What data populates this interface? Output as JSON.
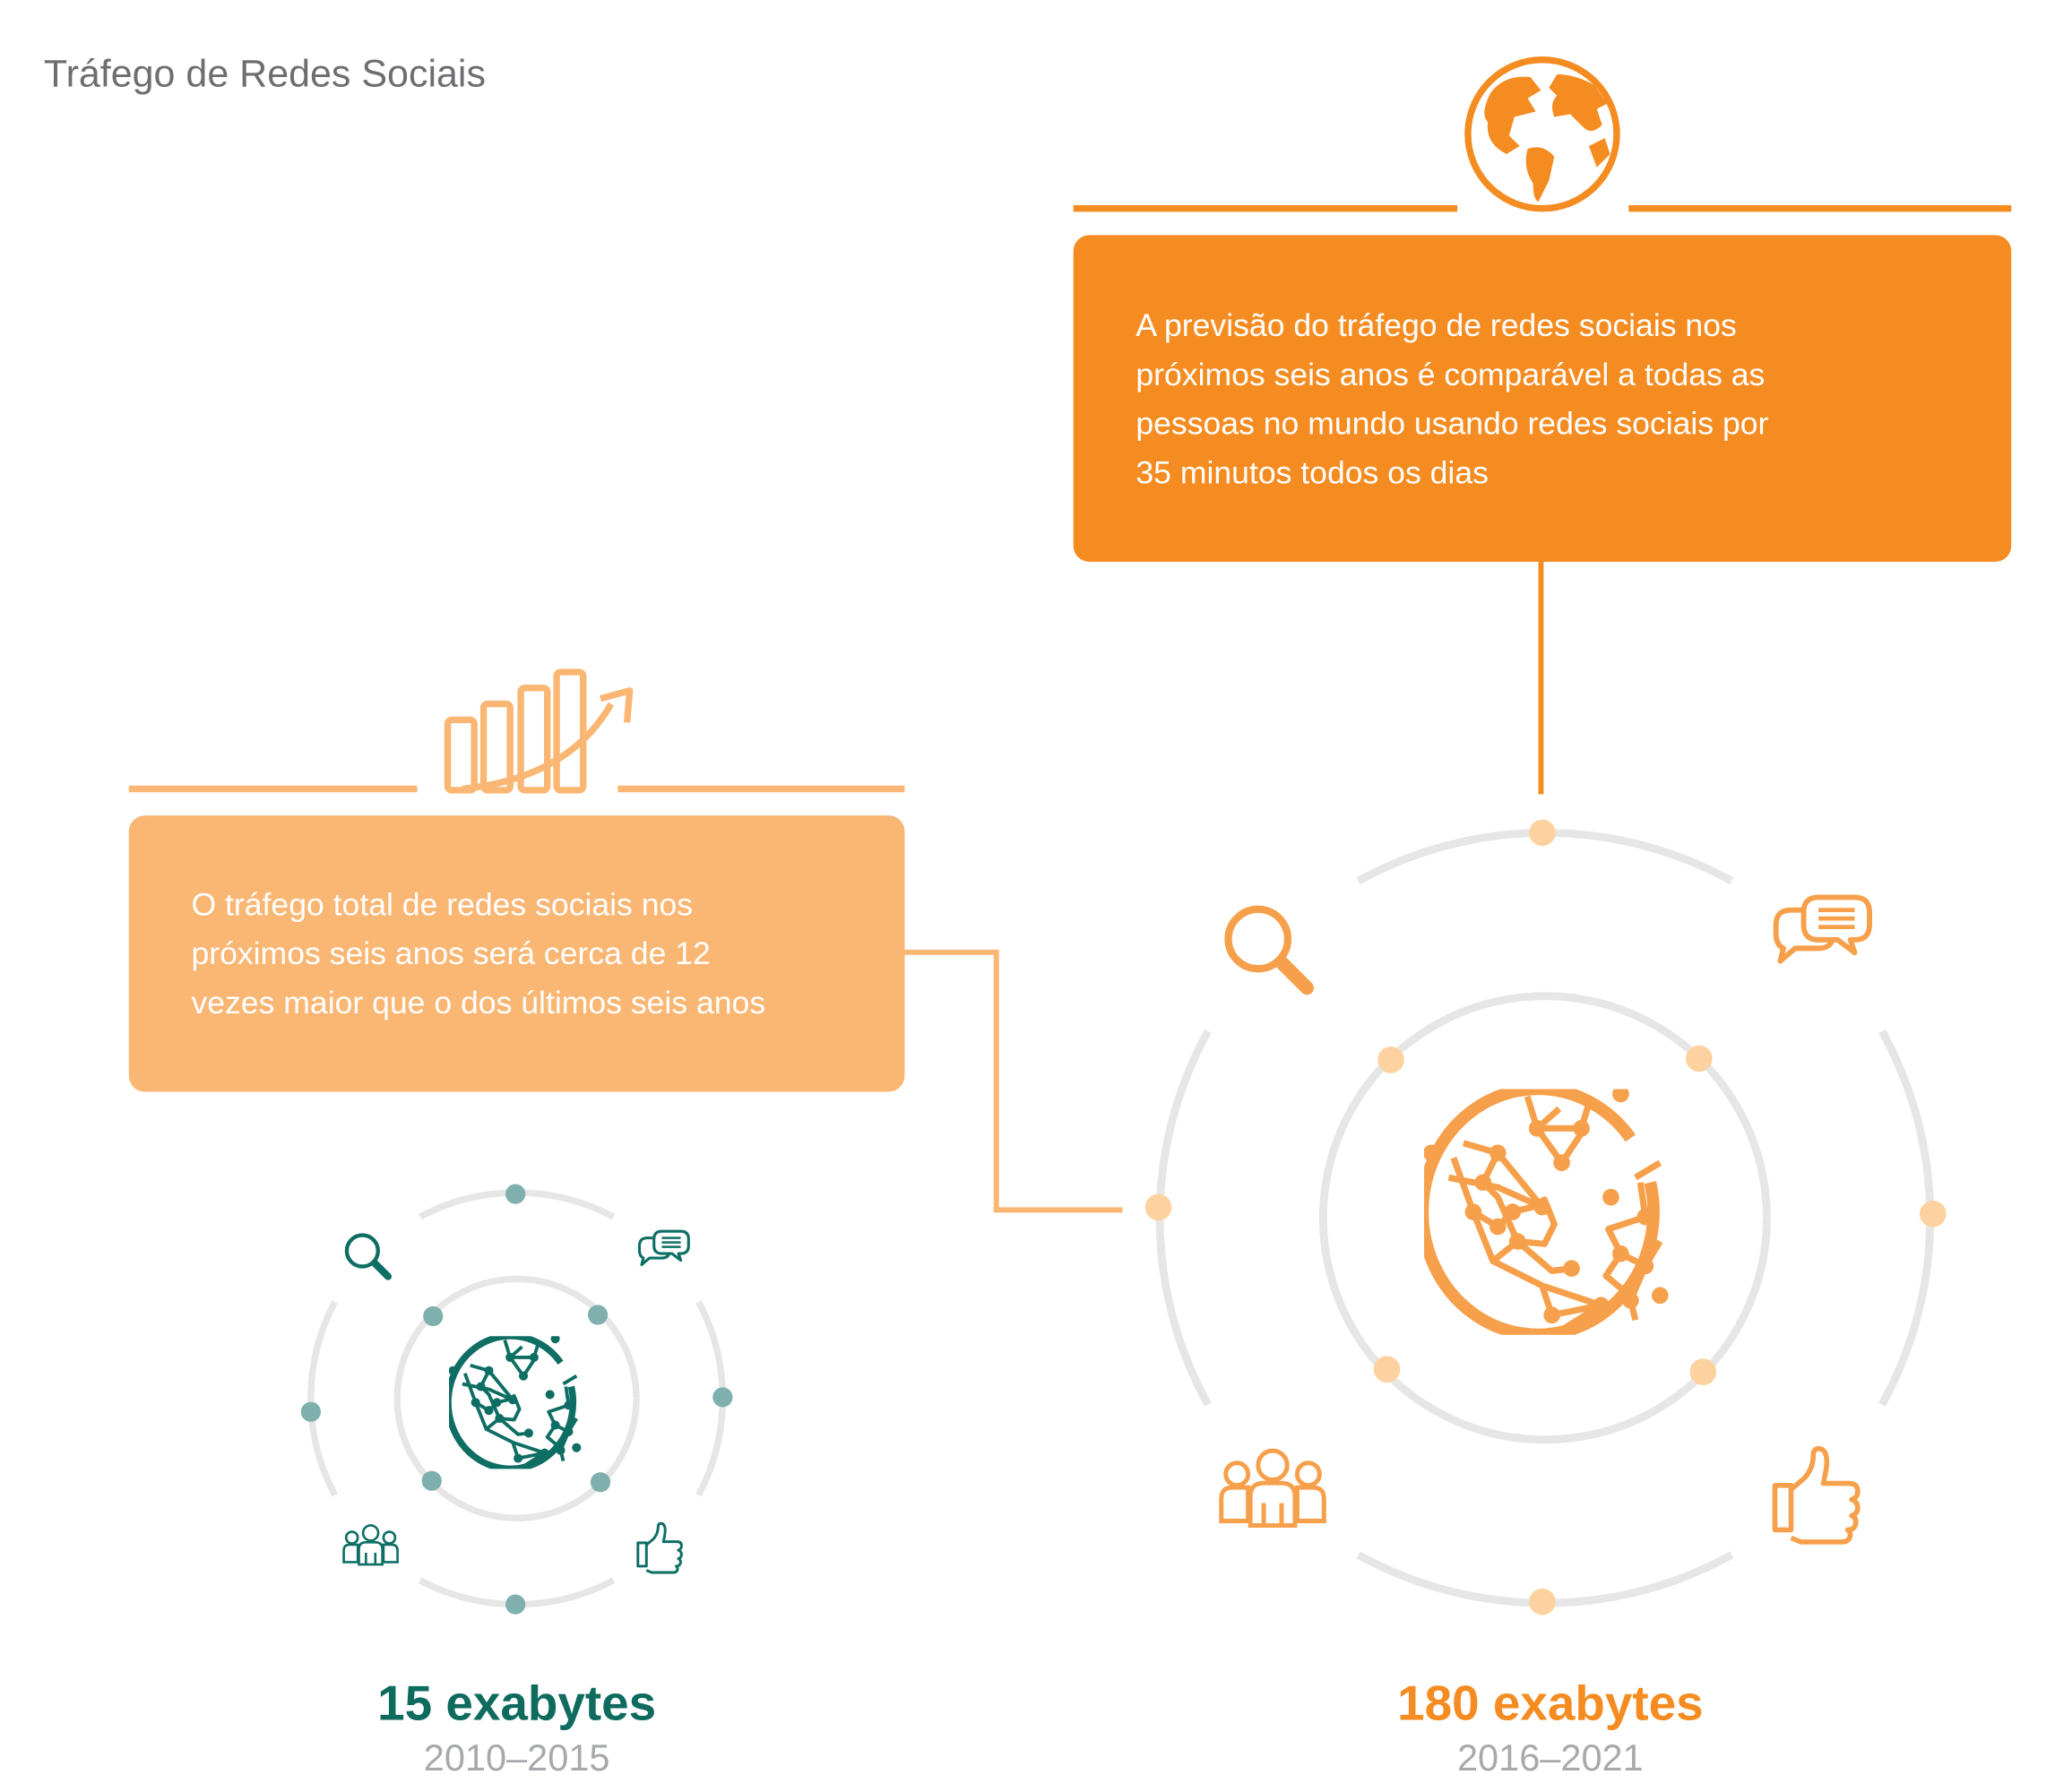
{
  "title": "Tráfego de Redes Sociais",
  "forecast_box": {
    "lines": [
      "A previsão do tráfego de redes sociais nos",
      "próximos seis anos é comparável a todas as",
      "pessoas no mundo usando redes sociais por",
      "35 minutos todos os dias"
    ],
    "icon": "globe-icon"
  },
  "growth_box": {
    "lines": [
      "O tráfego total de redes sociais nos",
      "próximos seis anos será cerca de 12",
      "vezes maior que o dos últimos seis anos"
    ],
    "icon": "bar-chart-growth-icon"
  },
  "past": {
    "amount": "15 exabytes",
    "years": "2010–2015",
    "color": "#0e6b5e"
  },
  "future": {
    "amount": "180 exabytes",
    "years": "2016–2021",
    "color": "#f58c22"
  },
  "colors": {
    "dark_orange": "#f58c22",
    "light_orange": "#fab673",
    "icon_orange": "#f7a04b",
    "dot_orange": "#fdd2a0",
    "teal": "#0e6e64",
    "dot_teal": "#7fb0ad",
    "ring_gray": "#e6e6e6",
    "title_gray": "#6d6e71",
    "year_gray": "#a7a9ac"
  }
}
